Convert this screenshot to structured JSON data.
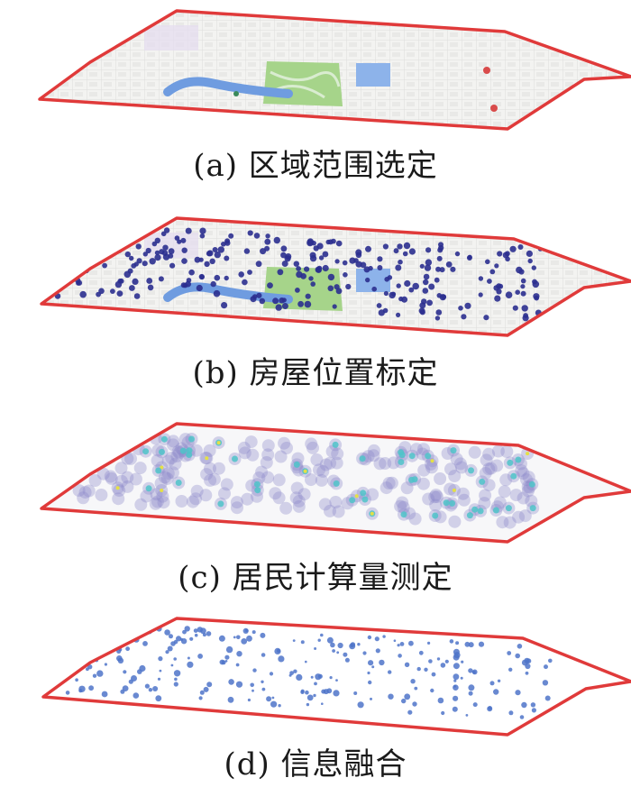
{
  "panels": [
    {
      "id": "a",
      "caption": "(a)  区域范围选定",
      "layer": "base-map"
    },
    {
      "id": "b",
      "caption": "(b)  房屋位置标定",
      "layer": "house-points"
    },
    {
      "id": "c",
      "caption": "(c)  居民计算量测定",
      "layer": "density-heatmap"
    },
    {
      "id": "d",
      "caption": "(d)  信息融合",
      "layer": "fused-points"
    }
  ],
  "colors": {
    "boundary": "#e03a3a",
    "map_background": "#f4f4f2",
    "park": "#9fd07f",
    "water": "#7fa7e6",
    "house_point": "#2b2f8f",
    "heat_halo": "#8a86c9",
    "heat_core": "#4fc3c9",
    "heat_peak": "#e4e046",
    "fused_point": "#4f74c9"
  }
}
